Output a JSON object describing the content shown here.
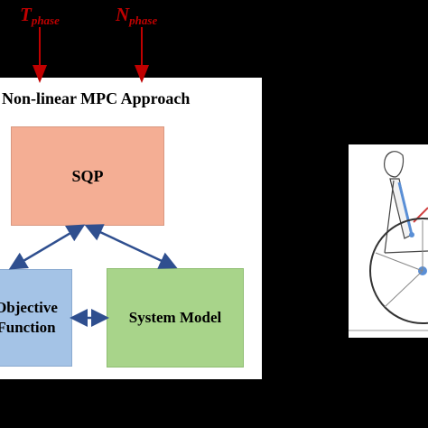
{
  "inputs": {
    "t_symbol": "T",
    "t_subscript": "phase",
    "n_symbol": "N",
    "n_subscript": "phase"
  },
  "panel": {
    "title": "Non-linear MPC Approach"
  },
  "boxes": {
    "sqp": "SQP",
    "objective_line1": "Objective",
    "objective_line2": "Function",
    "system_model": "System Model"
  },
  "colors": {
    "background": "#000000",
    "input_label": "#c00000",
    "sqp_fill": "#f4ae94",
    "objective_fill": "#a4c3e6",
    "system_fill": "#a8d48a",
    "connector": "#2f4f8f"
  }
}
